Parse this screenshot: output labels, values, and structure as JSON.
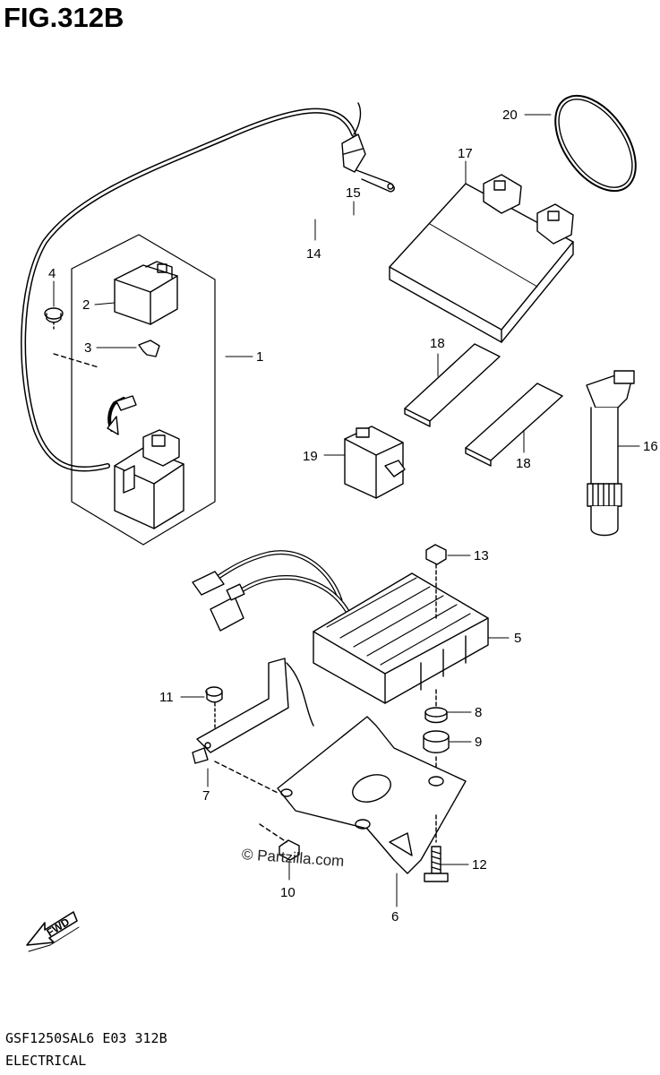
{
  "figure": {
    "title": "FIG.312B",
    "footer_code": "GSF1250SAL6 E03 312B",
    "footer_name": "ELECTRICAL",
    "watermark": "© Partzilla.com",
    "fwd_label": "FWD"
  },
  "callouts": [
    {
      "id": "1",
      "label": "1"
    },
    {
      "id": "2",
      "label": "2"
    },
    {
      "id": "3",
      "label": "3"
    },
    {
      "id": "4",
      "label": "4"
    },
    {
      "id": "5",
      "label": "5"
    },
    {
      "id": "6",
      "label": "6"
    },
    {
      "id": "7",
      "label": "7"
    },
    {
      "id": "8",
      "label": "8"
    },
    {
      "id": "9",
      "label": "9"
    },
    {
      "id": "10",
      "label": "10"
    },
    {
      "id": "11",
      "label": "11"
    },
    {
      "id": "12",
      "label": "12"
    },
    {
      "id": "13",
      "label": "13"
    },
    {
      "id": "14",
      "label": "14"
    },
    {
      "id": "15",
      "label": "15"
    },
    {
      "id": "16",
      "label": "16"
    },
    {
      "id": "17",
      "label": "17"
    },
    {
      "id": "18a",
      "label": "18"
    },
    {
      "id": "18b",
      "label": "18"
    },
    {
      "id": "19",
      "label": "19"
    },
    {
      "id": "20",
      "label": "20"
    }
  ]
}
